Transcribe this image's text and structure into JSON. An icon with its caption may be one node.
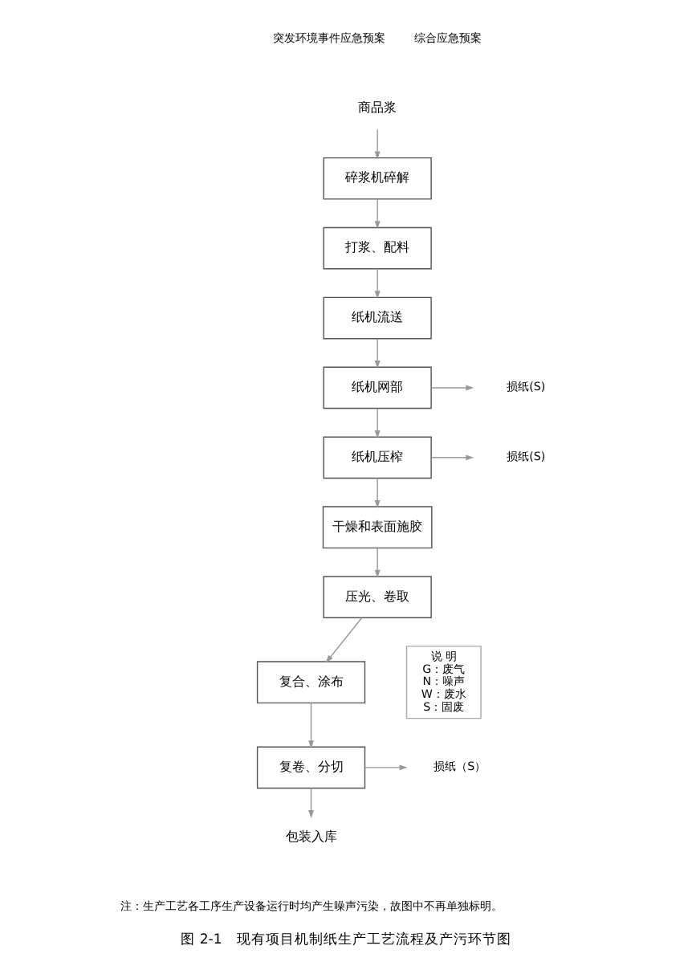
{
  "diagram": {
    "caption": "图 2-1　现有项目机制纸生产工艺流程及产污环节图",
    "nodes": [
      {
        "text": [
          "商品浆"
        ]
      },
      {
        "text": [
          "碎浆机碎解"
        ]
      },
      {
        "text": [
          "打浆、配料"
        ]
      },
      {
        "text": [
          "纸机流送"
        ]
      },
      {
        "text": [
          "纸机网部"
        ]
      },
      {
        "text": [
          "损纸(S)"
        ]
      },
      {
        "text": [
          "纸机压榨"
        ]
      },
      {
        "text": [
          "损纸(S)"
        ]
      },
      {
        "text": [
          "干燥和表面施胶"
        ]
      },
      {
        "text": [
          "压光、卷取"
        ]
      },
      {
        "text": [
          "复合、涂布"
        ]
      },
      {
        "text": [
          "复卷、分切"
        ]
      },
      {
        "text": [
          "损纸（S）"
        ]
      },
      {
        "text": [
          "包装入库"
        ]
      },
      {
        "text": [
          "说 明",
          "G：废气",
          "N：噪声",
          "W：废水",
          "S：固废"
        ]
      }
    ],
    "edges": [
      {
        "from": 0,
        "to": 1,
        "arrow": "to"
      },
      {
        "from": 1,
        "to": 2,
        "arrow": "to"
      },
      {
        "from": 2,
        "to": 3,
        "arrow": "to"
      },
      {
        "from": 3,
        "to": 4,
        "arrow": "to"
      },
      {
        "from": 4,
        "to": 5,
        "arrow": "to"
      },
      {
        "from": 4,
        "to": 6,
        "arrow": "to"
      },
      {
        "from": 6,
        "to": 7,
        "arrow": "to"
      },
      {
        "from": 6,
        "to": 8,
        "arrow": "to"
      },
      {
        "from": 8,
        "to": 9,
        "arrow": "to"
      },
      {
        "from": 9,
        "to": 10,
        "arrow": "to"
      },
      {
        "from": 10,
        "to": 11,
        "arrow": "to"
      },
      {
        "from": 11,
        "to": 12,
        "arrow": "to"
      },
      {
        "from": 11,
        "to": 13,
        "arrow": "to"
      }
    ],
    "labels": [
      "突发环境事件应急预案",
      "综合应急预案",
      "注：生产工艺各工序生产设备运行时均产生噪声污染，故图中不再单独标明。"
    ]
  }
}
